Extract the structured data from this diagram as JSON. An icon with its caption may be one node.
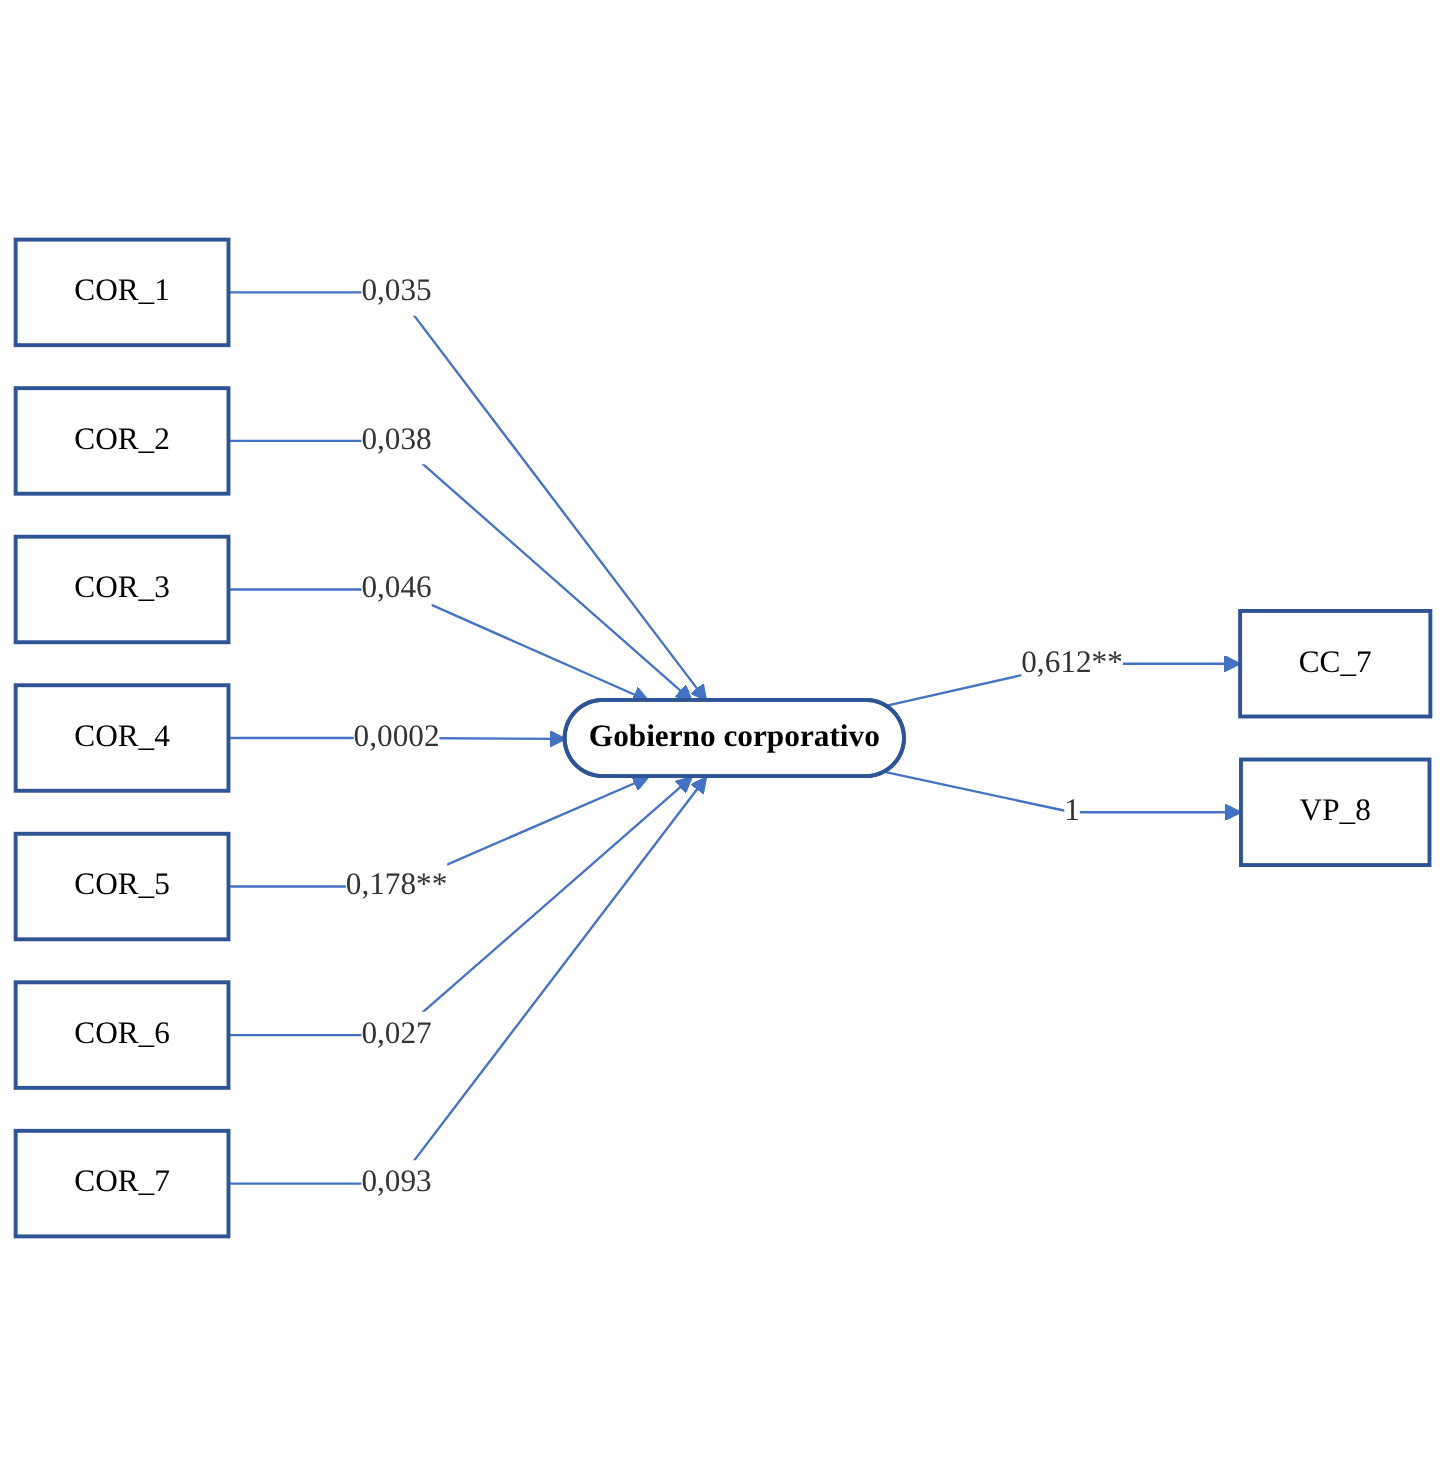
{
  "diagram": {
    "nodes": [
      {
        "text": [
          "COR_1"
        ]
      },
      {
        "text": [
          "COR_2"
        ]
      },
      {
        "text": [
          "COR_3"
        ]
      },
      {
        "text": [
          "COR_4"
        ]
      },
      {
        "text": [
          "COR_5"
        ]
      },
      {
        "text": [
          "COR_6"
        ]
      },
      {
        "text": [
          "COR_7"
        ]
      },
      {
        "text": [
          "Gobierno corporativo"
        ]
      },
      {
        "text": [
          "CC_7"
        ]
      },
      {
        "text": [
          "VP_8"
        ]
      }
    ],
    "edges": [
      {
        "from": 0,
        "to": 7,
        "arrow": "to",
        "label": "0,035"
      },
      {
        "from": 1,
        "to": 7,
        "arrow": "to",
        "label": "0,038"
      },
      {
        "from": 2,
        "to": 7,
        "arrow": "to",
        "label": "0,046"
      },
      {
        "from": 3,
        "to": 7,
        "arrow": "to",
        "label": "0,0002"
      },
      {
        "from": 4,
        "to": 7,
        "arrow": "to",
        "label": "0,178**"
      },
      {
        "from": 5,
        "to": 7,
        "arrow": "to",
        "label": "0,027"
      },
      {
        "from": 6,
        "to": 7,
        "arrow": "to",
        "label": "0,093"
      },
      {
        "from": 7,
        "to": 8,
        "arrow": "to",
        "label": "0,612**"
      },
      {
        "from": 7,
        "to": 9,
        "arrow": "to",
        "label": "1"
      }
    ]
  }
}
